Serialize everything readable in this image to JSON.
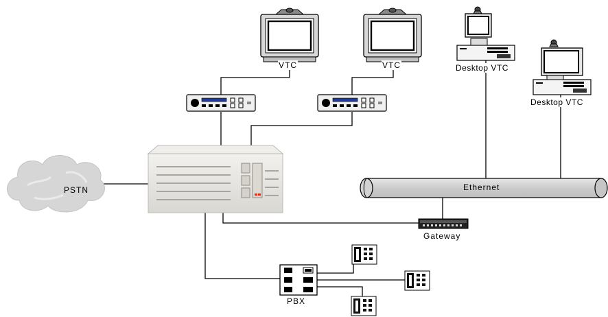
{
  "labels": {
    "vtc_left": "VTC",
    "vtc_right": "VTC",
    "desktop_vtc_top": "Desktop VTC",
    "desktop_vtc_right": "Desktop VTC",
    "pstn": "PSTN",
    "ethernet": "Ethernet",
    "gateway": "Gateway",
    "pbx": "PBX"
  },
  "icons": {
    "vtc_left": "monitor-with-camera-icon",
    "vtc_right": "monitor-with-camera-icon",
    "codec_left": "codec-unit-icon",
    "codec_right": "codec-unit-icon",
    "desktop_vtc_top": "desktop-computer-icon",
    "desktop_vtc_right": "desktop-computer-icon",
    "mcu": "rack-server-icon",
    "pstn": "cloud-icon",
    "ethernet": "network-bus-pipe-icon",
    "gateway": "gateway-device-icon",
    "pbx": "pbx-switch-icon",
    "phones": "telephone-icon"
  },
  "colors": {
    "line": "#000000",
    "cloud": "#d6d6d6",
    "pipe": "#cfcfcf",
    "server": "#e8e6e2"
  }
}
